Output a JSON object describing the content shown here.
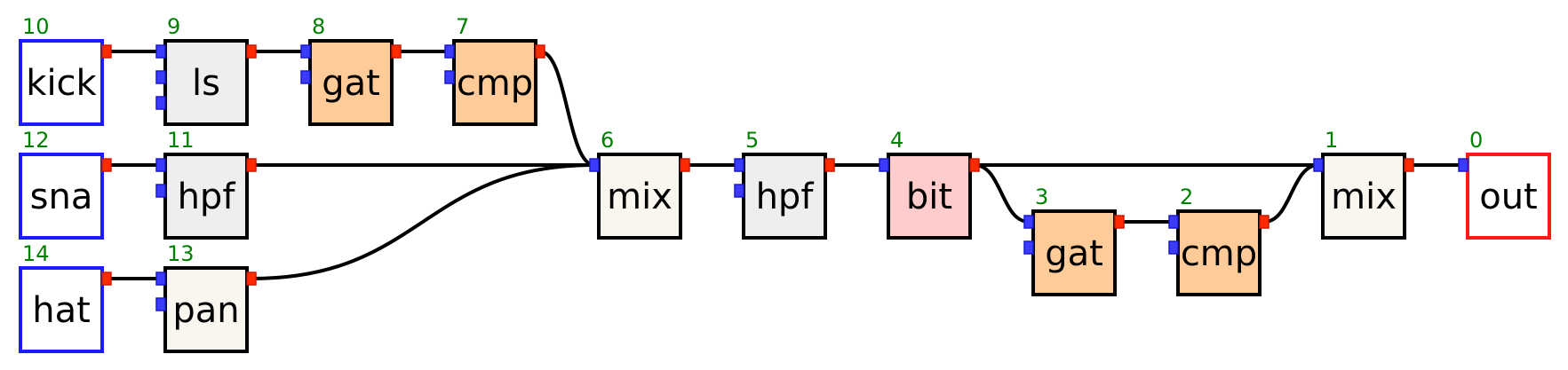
{
  "colors": {
    "source_border": "#1a1aff",
    "sink_border": "#ff1a1a",
    "gray": "#eeeeee",
    "orange": "#ffcc99",
    "cream": "#f8f6ee",
    "pink": "#ffcccc",
    "white": "#ffffff",
    "port_in": "#3b3bff",
    "port_out": "#ff2a00",
    "id_text": "#008000"
  },
  "nodes": [
    {
      "key": "n10",
      "id": "10",
      "label": "kick",
      "kind": "source",
      "fill": "white",
      "inputs": 0,
      "outputs": 1
    },
    {
      "key": "n9",
      "id": "9",
      "label": "ls",
      "kind": "module",
      "fill": "gray",
      "inputs": 3,
      "outputs": 1
    },
    {
      "key": "n8",
      "id": "8",
      "label": "gat",
      "kind": "module",
      "fill": "orange",
      "inputs": 2,
      "outputs": 1
    },
    {
      "key": "n7",
      "id": "7",
      "label": "cmp",
      "kind": "module",
      "fill": "orange",
      "inputs": 2,
      "outputs": 1
    },
    {
      "key": "n12",
      "id": "12",
      "label": "sna",
      "kind": "source",
      "fill": "white",
      "inputs": 0,
      "outputs": 1
    },
    {
      "key": "n11",
      "id": "11",
      "label": "hpf",
      "kind": "module",
      "fill": "gray",
      "inputs": 2,
      "outputs": 1
    },
    {
      "key": "n14",
      "id": "14",
      "label": "hat",
      "kind": "source",
      "fill": "white",
      "inputs": 0,
      "outputs": 1
    },
    {
      "key": "n13",
      "id": "13",
      "label": "pan",
      "kind": "module",
      "fill": "cream",
      "inputs": 2,
      "outputs": 1
    },
    {
      "key": "n6",
      "id": "6",
      "label": "mix",
      "kind": "module",
      "fill": "cream",
      "inputs": 1,
      "outputs": 1
    },
    {
      "key": "n5",
      "id": "5",
      "label": "hpf",
      "kind": "module",
      "fill": "gray",
      "inputs": 2,
      "outputs": 1
    },
    {
      "key": "n4",
      "id": "4",
      "label": "bit",
      "kind": "module",
      "fill": "pink",
      "inputs": 1,
      "outputs": 1
    },
    {
      "key": "n3",
      "id": "3",
      "label": "gat",
      "kind": "module",
      "fill": "orange",
      "inputs": 2,
      "outputs": 1
    },
    {
      "key": "n2",
      "id": "2",
      "label": "cmp",
      "kind": "module",
      "fill": "orange",
      "inputs": 2,
      "outputs": 1
    },
    {
      "key": "n1",
      "id": "1",
      "label": "mix",
      "kind": "module",
      "fill": "cream",
      "inputs": 1,
      "outputs": 1
    },
    {
      "key": "n0",
      "id": "0",
      "label": "out",
      "kind": "sink",
      "fill": "white",
      "inputs": 1,
      "outputs": 0
    }
  ],
  "edges": [
    {
      "from": "n10",
      "to": "n9"
    },
    {
      "from": "n9",
      "to": "n8"
    },
    {
      "from": "n8",
      "to": "n7"
    },
    {
      "from": "n7",
      "to": "n6"
    },
    {
      "from": "n12",
      "to": "n11"
    },
    {
      "from": "n11",
      "to": "n6"
    },
    {
      "from": "n14",
      "to": "n13"
    },
    {
      "from": "n13",
      "to": "n6"
    },
    {
      "from": "n6",
      "to": "n5"
    },
    {
      "from": "n5",
      "to": "n4"
    },
    {
      "from": "n4",
      "to": "n1"
    },
    {
      "from": "n4",
      "to": "n3"
    },
    {
      "from": "n3",
      "to": "n2"
    },
    {
      "from": "n2",
      "to": "n1"
    },
    {
      "from": "n1",
      "to": "n0"
    }
  ]
}
